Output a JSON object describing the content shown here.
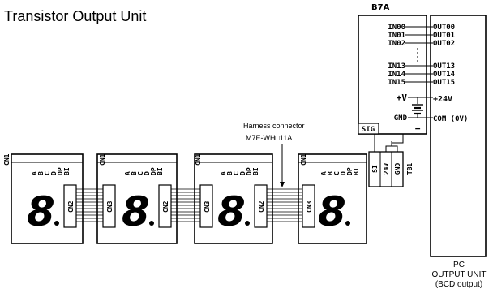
{
  "title": "Transistor Output Unit",
  "b7a": {
    "name": "B7A",
    "inputs_top": [
      "IN00",
      "IN01",
      "IN02"
    ],
    "inputs_bottom": [
      "IN13",
      "IN14",
      "IN15"
    ],
    "plus_v": "+V",
    "gnd": "GND",
    "sig": "SIG",
    "minus": "−"
  },
  "pc_unit": {
    "outputs_top": [
      "OUT00",
      "OUT01",
      "OUT02"
    ],
    "outputs_bottom": [
      "OUT13",
      "OUT14",
      "OUT15"
    ],
    "supply": "+24V",
    "com": "COM (0V)",
    "label": [
      "PC",
      "OUTPUT UNIT",
      "(BCD output)"
    ]
  },
  "harness": {
    "label": "Harness connector",
    "model": "M7E-WH□11A"
  },
  "terminal_block": {
    "name": "TB1",
    "terminals": [
      "SI",
      "24V",
      "GND"
    ]
  },
  "display_units": [
    {
      "cn_top": "CN1",
      "segment_labels": [
        "A",
        "B",
        "C",
        "D",
        "DP",
        "BI"
      ],
      "digit": "8",
      "left_connector": "",
      "right_connector": "CN2"
    },
    {
      "cn_top": "CN1",
      "segment_labels": [
        "A",
        "B",
        "C",
        "D",
        "DP",
        "BI"
      ],
      "digit": "8",
      "left_connector": "CN3",
      "right_connector": "CN2"
    },
    {
      "cn_top": "CN1",
      "segment_labels": [
        "A",
        "B",
        "C",
        "D",
        "DP",
        "BI"
      ],
      "digit": "8",
      "left_connector": "CN3",
      "right_connector": "CN2"
    },
    {
      "cn_top": "CN1",
      "segment_labels": [
        "A",
        "B",
        "C",
        "D",
        "DP",
        "BI"
      ],
      "digit": "8",
      "left_connector": "CN3",
      "right_connector": ""
    }
  ]
}
